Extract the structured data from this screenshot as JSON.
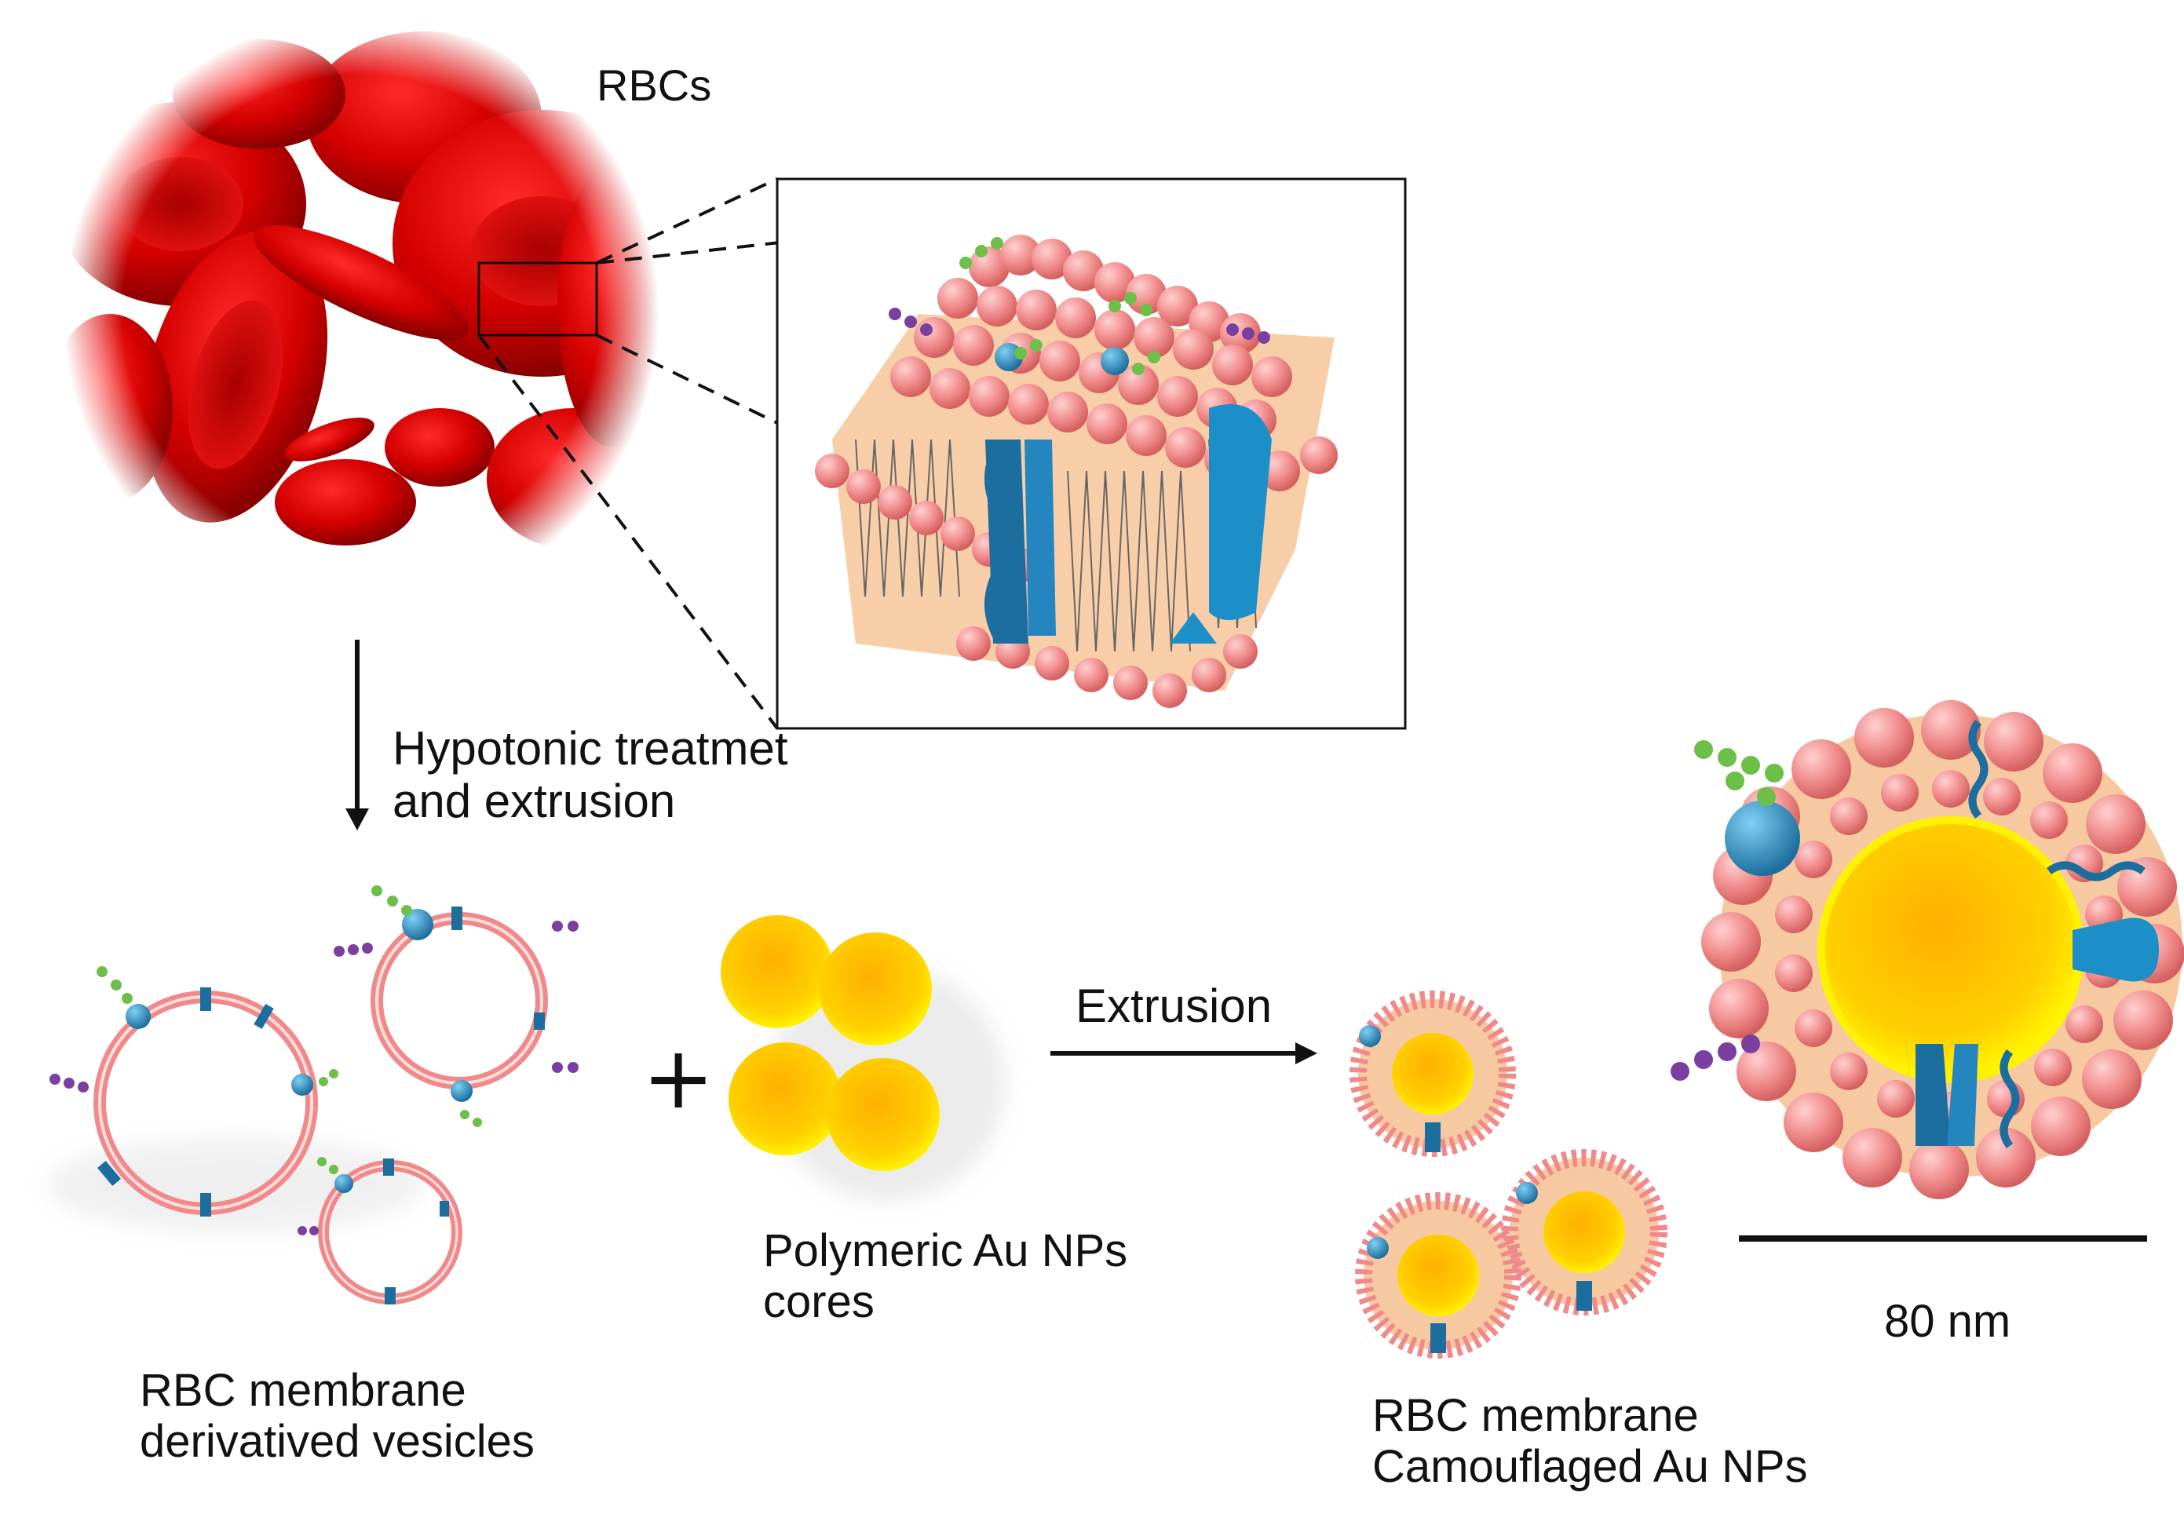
{
  "labels": {
    "rbcs": "RBCs",
    "hypotonic": "Hypotonic treatmet\nand extrusion",
    "extrusion": "Extrusion",
    "vesicles": "RBC membrane\nderivatived vesicles",
    "cores": "Polymeric Au NPs\ncores",
    "camouflaged": "RBC membrane\nCamouflaged Au NPs",
    "scale_bar": "80 nm",
    "plus": "+"
  },
  "colors": {
    "rbc_red": "#d40000",
    "lipid_pink": "#f08a8a",
    "lipid_tail_bg": "#f7c9a0",
    "protein_blue": "#1c6e9e",
    "gold_core": "#ffc400",
    "glycan_green": "#6cc04a",
    "glycan_purple": "#7a3fa0",
    "line": "#111111"
  }
}
